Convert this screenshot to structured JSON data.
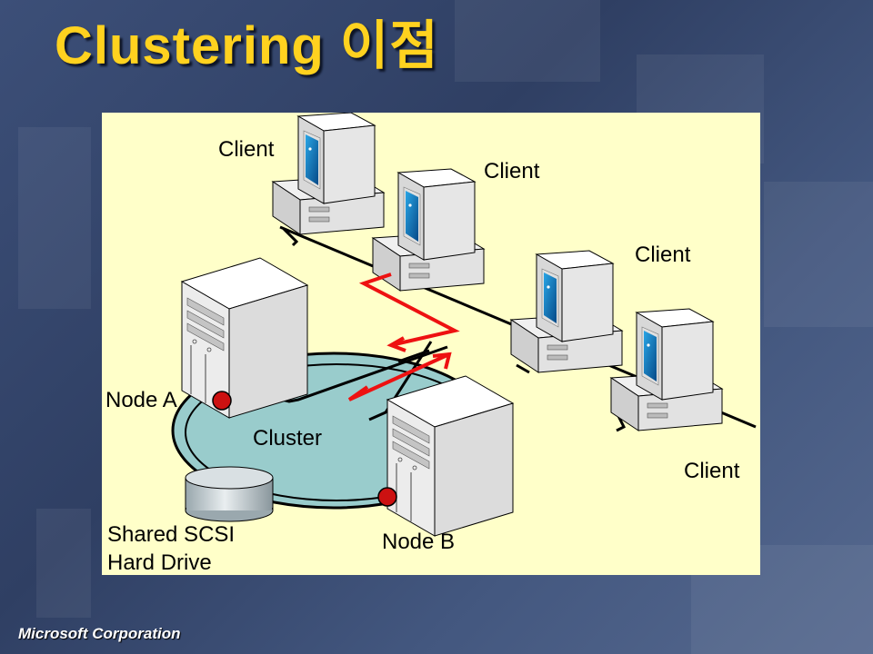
{
  "slide": {
    "title": "Clustering 이점",
    "footer": "Microsoft Corporation"
  },
  "diagram": {
    "clients": [
      {
        "label": "Client"
      },
      {
        "label": "Client"
      },
      {
        "label": "Client"
      },
      {
        "label": "Client"
      }
    ],
    "nodes": [
      {
        "label": "Node A"
      },
      {
        "label": "Node B"
      }
    ],
    "cluster_label": "Cluster",
    "storage_label_line1": "Shared SCSI",
    "storage_label_line2": "Hard Drive",
    "colors": {
      "panel": "#ffffc9",
      "cluster": "#99cccc",
      "arrow": "#ee1111",
      "node_dot": "#cc1111",
      "screen": "#0a6fb5",
      "title": "#ffd21f"
    }
  }
}
